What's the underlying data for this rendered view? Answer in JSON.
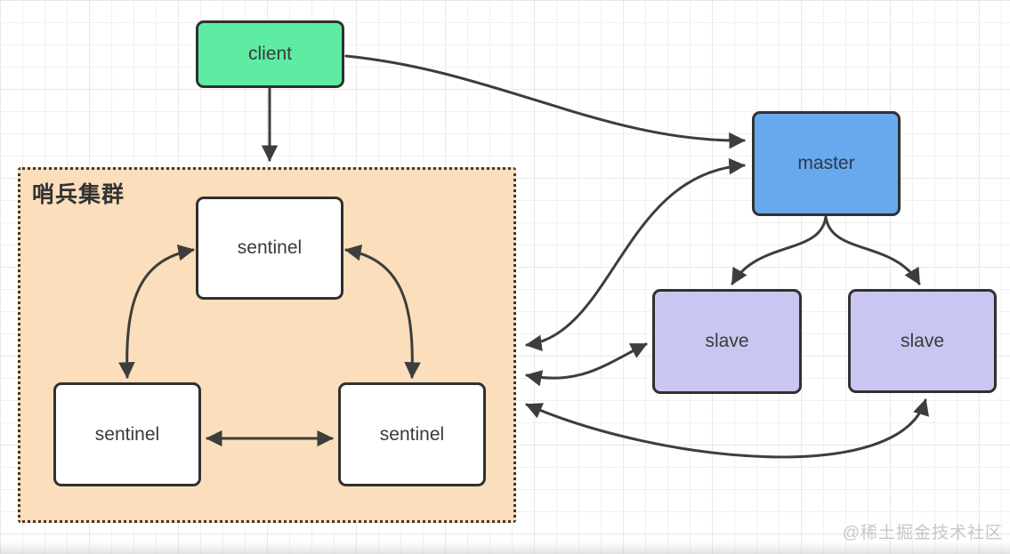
{
  "watermark": "@稀土掘金技术社区",
  "cluster": {
    "label": "哨兵集群",
    "fill": "#FBDEBB",
    "border_style": "dotted"
  },
  "nodes": {
    "client": {
      "label": "client",
      "fill": "#5EECA3"
    },
    "master": {
      "label": "master",
      "fill": "#67A9EC"
    },
    "slave_left": {
      "label": "slave",
      "fill": "#C9C6F1"
    },
    "slave_right": {
      "label": "slave",
      "fill": "#C9C6F1"
    },
    "sentinel_top": {
      "label": "sentinel",
      "fill": "#FFFFFF"
    },
    "sentinel_bottom_left": {
      "label": "sentinel",
      "fill": "#FFFFFF"
    },
    "sentinel_bottom_right": {
      "label": "sentinel",
      "fill": "#FFFFFF"
    }
  },
  "edges": [
    {
      "from": "client",
      "to": "sentinel-cluster",
      "direction": "one-way"
    },
    {
      "from": "client",
      "to": "master",
      "direction": "one-way"
    },
    {
      "from": "sentinel-cluster",
      "to": "master",
      "direction": "two-way"
    },
    {
      "from": "sentinel-cluster",
      "to": "slave_left",
      "direction": "two-way"
    },
    {
      "from": "sentinel-cluster",
      "to": "slave_right",
      "direction": "two-way"
    },
    {
      "from": "master",
      "to": "slave_left",
      "direction": "one-way"
    },
    {
      "from": "master",
      "to": "slave_right",
      "direction": "one-way"
    },
    {
      "from": "sentinel_top",
      "to": "sentinel_bottom_left",
      "direction": "two-way"
    },
    {
      "from": "sentinel_top",
      "to": "sentinel_bottom_right",
      "direction": "two-way"
    },
    {
      "from": "sentinel_bottom_left",
      "to": "sentinel_bottom_right",
      "direction": "two-way"
    }
  ],
  "colors": {
    "arrow": "#3D3D3D",
    "node_border": "#303030",
    "text": "#3A3A3A",
    "watermark_text": "#C7C7C7",
    "grid_line": "#F0F0F4"
  }
}
